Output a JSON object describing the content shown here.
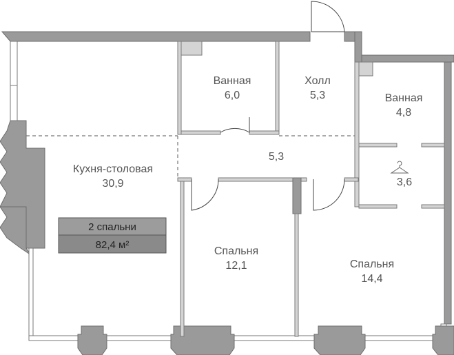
{
  "plan": {
    "summary": {
      "rooms": "2 спальни",
      "area": "82,4 м²"
    },
    "rooms": [
      {
        "name": "Ванная",
        "area": "6,0"
      },
      {
        "name": "Холл",
        "area": "5,3"
      },
      {
        "name": "Ванная",
        "area": "4,8"
      },
      {
        "name": "Кухня-столовая",
        "area": "30,9"
      },
      {
        "name": "",
        "area": "5,3"
      },
      {
        "name": "",
        "area": "3,6"
      },
      {
        "name": "Спальня",
        "area": "12,1"
      },
      {
        "name": "Спальня",
        "area": "14,4"
      }
    ],
    "colors": {
      "wall": "#9a9a9a",
      "summary_top": "#9c9c9c",
      "summary_bottom": "#8a8a8a"
    }
  }
}
